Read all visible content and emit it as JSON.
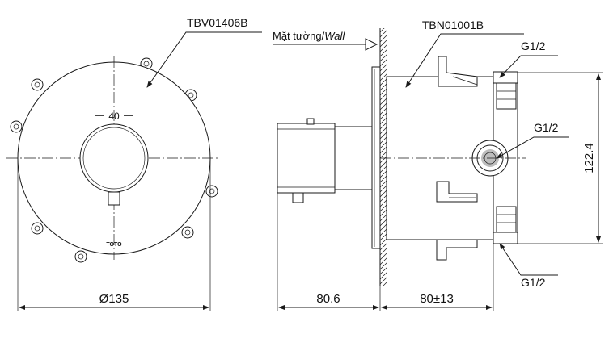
{
  "labels": {
    "cover_code": "TBV01406B",
    "body_code": "TBN01001B",
    "wall_vn": "Mặt tường/",
    "wall_en": "Wall",
    "thread_top": "G1/2",
    "thread_side": "G1/2",
    "thread_bottom": "G1/2",
    "temp_mark": "40",
    "brand": "TOTO"
  },
  "dimensions": {
    "diameter": "Ø135",
    "depth_front": "80.6",
    "depth_back": "80±13",
    "height": "122.4"
  }
}
